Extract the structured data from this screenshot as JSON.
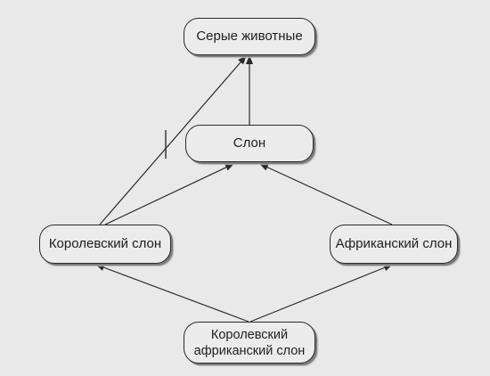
{
  "nodes": {
    "gray_animals": "Серые животные",
    "elephant": "Слон",
    "royal_elephant": "Королевский слон",
    "african_elephant": "Африканский слон",
    "royal_african_elephant_line1": "Королевский",
    "royal_african_elephant_line2": "африканский слон"
  },
  "colors": {
    "background": "#e9e9e9",
    "node_fill": "#ececec",
    "stroke": "#2a2a2a"
  }
}
